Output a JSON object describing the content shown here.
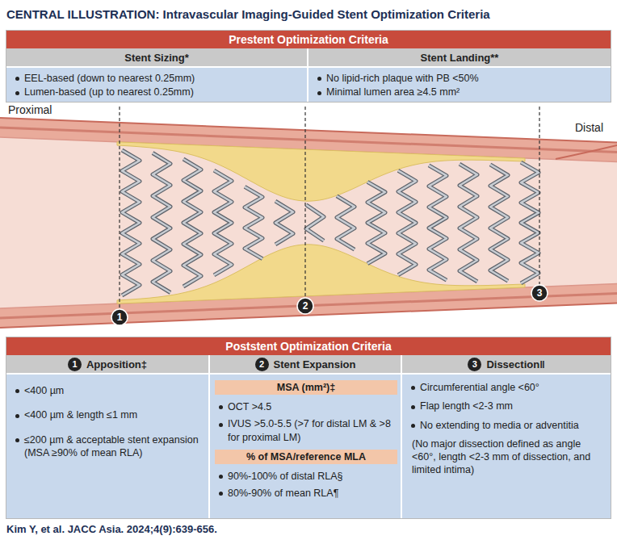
{
  "diagram": {
    "title": "CENTRAL ILLUSTRATION: Intravascular Imaging-Guided Stent Optimization Criteria",
    "caption": "Kim Y, et al. JACC Asia. 2024;4(9):639-656.",
    "nodes": [
      {
        "text": [
          "Prestent Optimization Criteria"
        ]
      },
      {
        "text": [
          "Stent Sizing*",
          "EEL-based (down to nearest 0.25mm)",
          "Lumen-based (up to nearest 0.25mm)"
        ],
        "in": 0
      },
      {
        "text": [
          "Stent Landing**",
          "No lipid-rich plaque with PB <50%",
          "Minimal lumen area ≥4.5 mm²"
        ],
        "in": 0
      },
      {
        "text": [
          "Poststent Optimization Criteria"
        ]
      },
      {
        "text": [
          "Apposition‡",
          "<400 µm",
          "<400 µm & length ≤1 mm",
          "≤200 µm & acceptable stent expansion (MSA ≥90% of mean RLA)"
        ],
        "in": 3
      },
      {
        "text": [
          "Stent Expansion",
          "OCT >4.5",
          "IVUS >5.0-5.5 (>7 for distal LM & >8 for proximal LM)",
          "90%-100% of distal RLA§",
          "80%-90% of mean RLA¶"
        ],
        "in": 3
      },
      {
        "text": [
          "MSA (mm²)‡"
        ],
        "in": 5
      },
      {
        "text": [
          "% of MSA/reference MLA"
        ],
        "in": 5
      },
      {
        "text": [
          "Dissection‖",
          "Circumferential angle <60°",
          "Flap length <2-3 mm",
          "No extending to media or adventitia",
          "(No major dissection defined as angle <60°, length <2-3 mm of dissection, and limited intima)"
        ],
        "in": 3
      }
    ],
    "labels": [
      "Proximal",
      "Distal",
      "1",
      "2",
      "3",
      "1",
      "2",
      "3"
    ]
  }
}
